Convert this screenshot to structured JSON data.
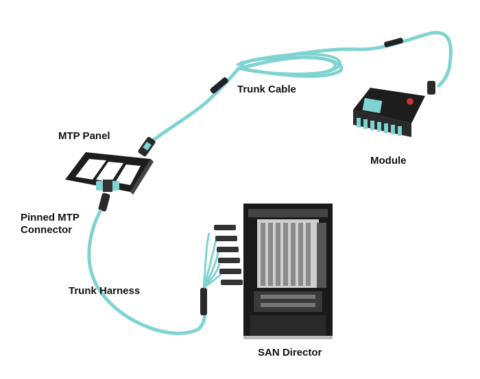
{
  "labels": {
    "trunk_cable": "Trunk Cable",
    "mtp_panel": "MTP Panel",
    "module": "Module",
    "pinned_mtp_line1": "Pinned MTP",
    "pinned_mtp_line2": "Connector",
    "trunk_harness": "Trunk Harness",
    "san_director": "SAN Director"
  },
  "colors": {
    "cable": "#7fd3d1",
    "cable_edge": "#5bb5b3",
    "hardware": "#222222",
    "background": "#ffffff"
  }
}
